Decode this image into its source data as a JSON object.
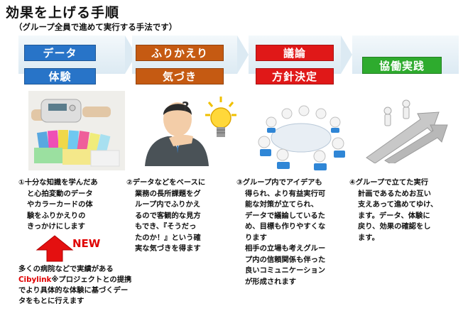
{
  "title": "効果を上げる手順",
  "subtitle": "（グループ全員で進めて実行する手法です）",
  "stages": {
    "s1": {
      "labels": [
        "データ",
        "体験"
      ],
      "color": "#2874c8"
    },
    "s2": {
      "labels": [
        "ふりかえり",
        "気づき"
      ],
      "color": "#c55a12"
    },
    "s3": {
      "labels": [
        "議論",
        "方針決定"
      ],
      "color": "#e01818"
    },
    "s4": {
      "labels": [
        "協働実践"
      ],
      "color": "#2eab2e"
    }
  },
  "steps": [
    {
      "lines": [
        "①十分な知識を学んだあ",
        "と心拍変動のデータ",
        "やカラーカードの体",
        "験をふりかえりの",
        "きっかけにします"
      ]
    },
    {
      "lines": [
        "②データなどをベースに",
        "業務の長所課題をグ",
        "ループ内でふりかえ",
        "るので客観的な見方",
        "もでき、『そうだっ",
        "たのか！』という確",
        "実な気づきを得ます"
      ]
    },
    {
      "lines": [
        "③グループ内でアイデアも",
        "得られ、より有益実行可",
        "能な対策が立てられ、",
        "データで議論しているた",
        "め、目標も作りやすくな",
        "ります",
        "相手の立場も考えグルー",
        "プ内の信頼関係も伴った",
        "良いコミュニケーション",
        "が形成されます"
      ]
    },
    {
      "lines": [
        "④グループで立てた実行",
        "計画であるためお互い",
        "支えあって進めてゆけ、",
        "ます。データ、体験に",
        "戻り、効果の確認をし",
        "ます。"
      ]
    }
  ],
  "new_badge": "NEW",
  "note": {
    "line1": "多くの病院などで実績がある",
    "brand": "Cibylink",
    "line2_rest": "※プロジェクトとの提携",
    "line3": "でより具体的な体験に基づくデー",
    "line4": "タをもとに行えます"
  },
  "question_mark": "?",
  "colors": {
    "arrow_red": "#e41010",
    "band": "#dceaf3"
  }
}
